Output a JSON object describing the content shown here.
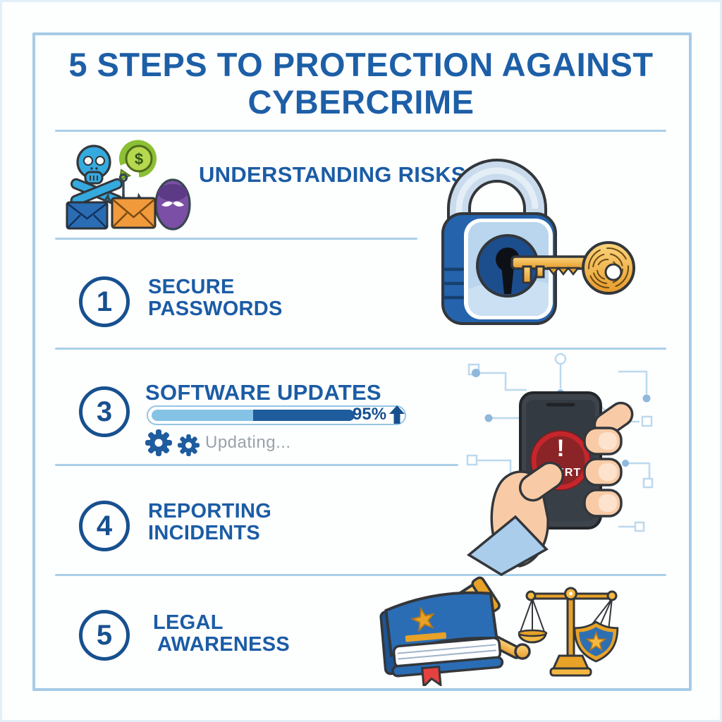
{
  "infographic": {
    "title_line1": "5 STEPS TO PROTECTION AGAINST",
    "title_line2": "CYBERCRIME"
  },
  "sections": [
    {
      "id": "understanding-risks",
      "heading": "UNDERSTANDING RISKS",
      "icons": [
        "skull-crossbones",
        "money-scam",
        "phishing-hook",
        "hacker-mask",
        "envelope-blue",
        "envelope-orange"
      ]
    },
    {
      "id": "secure-passwords",
      "number": "1",
      "heading_line1": "SECURE",
      "heading_line2": "PASSWORDS"
    },
    {
      "id": "software-updates",
      "number": "3",
      "heading": "SOFTWARE UPDATES",
      "progress_label": "95%",
      "progress_value": 95,
      "progress_fill_visual_percent": 79,
      "status_text": "Updating..."
    },
    {
      "id": "reporting-incidents",
      "number": "4",
      "heading_line1": "REPORTING",
      "heading_line2": "INCIDENTS"
    },
    {
      "id": "legal-awareness",
      "number": "5",
      "heading_line1": "LEGAL",
      "heading_line2": "AWARENESS"
    }
  ],
  "illustrations": {
    "padlock_key": "padlock-with-key",
    "money_symbol": "$",
    "phone_alert": {
      "exclamation": "!",
      "label": "ALERT"
    },
    "legal": [
      "law-book",
      "gavel",
      "scales-of-justice",
      "shield-with-star"
    ]
  },
  "colors": {
    "heading_blue": "#1b5ca5",
    "divider_blue": "#a9cfe9",
    "frame_blue": "#a6cbe7",
    "progress_light": "#85c3e6",
    "progress_dark": "#1e5c9e",
    "status_gray": "#99a2ab",
    "alert_red": "#c4262c",
    "gold": "#f5b942"
  }
}
